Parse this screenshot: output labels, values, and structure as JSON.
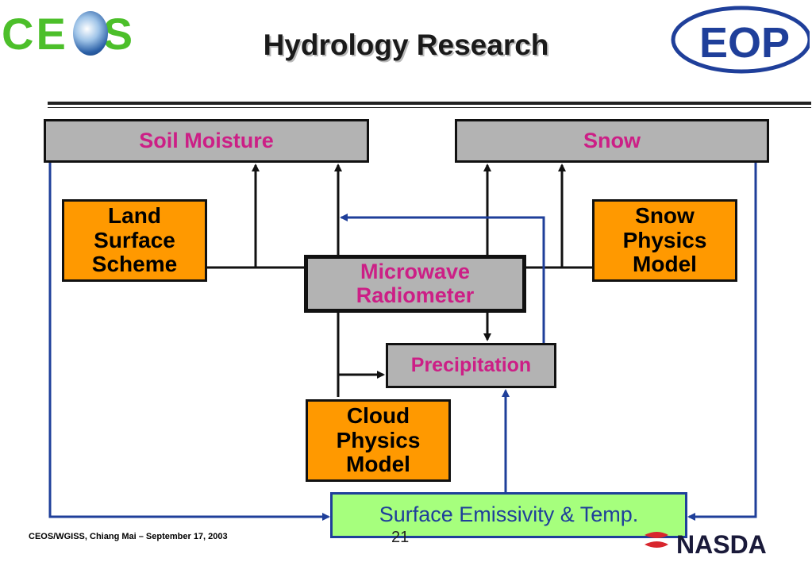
{
  "title": "Hydrology Research",
  "logos": {
    "left_text": "CEOS",
    "right_text": "EOP",
    "bottom_right_text": "NASDA"
  },
  "boxes": {
    "soil_moisture": "Soil Moisture",
    "snow": "Snow",
    "land_surface_scheme": "Land Surface Scheme",
    "snow_physics_model": "Snow Physics Model",
    "microwave_radiometer": "Microwave Radiometer",
    "precipitation": "Precipitation",
    "cloud_physics_model": "Cloud Physics Model",
    "surface_emissivity": "Surface Emissivity & Temp."
  },
  "footer": "CEOS/WGISS, Chiang Mai – September 17, 2003",
  "page_number": "21",
  "colors": {
    "pink_text": "#cc1f86",
    "orange_fill": "#ff9900",
    "gray_fill": "#b3b3b3",
    "green_fill": "#a6ff7d",
    "blue_line": "#1f3f9a",
    "ceos_green": "#4cbf2a",
    "nasda_red": "#d8262e"
  }
}
